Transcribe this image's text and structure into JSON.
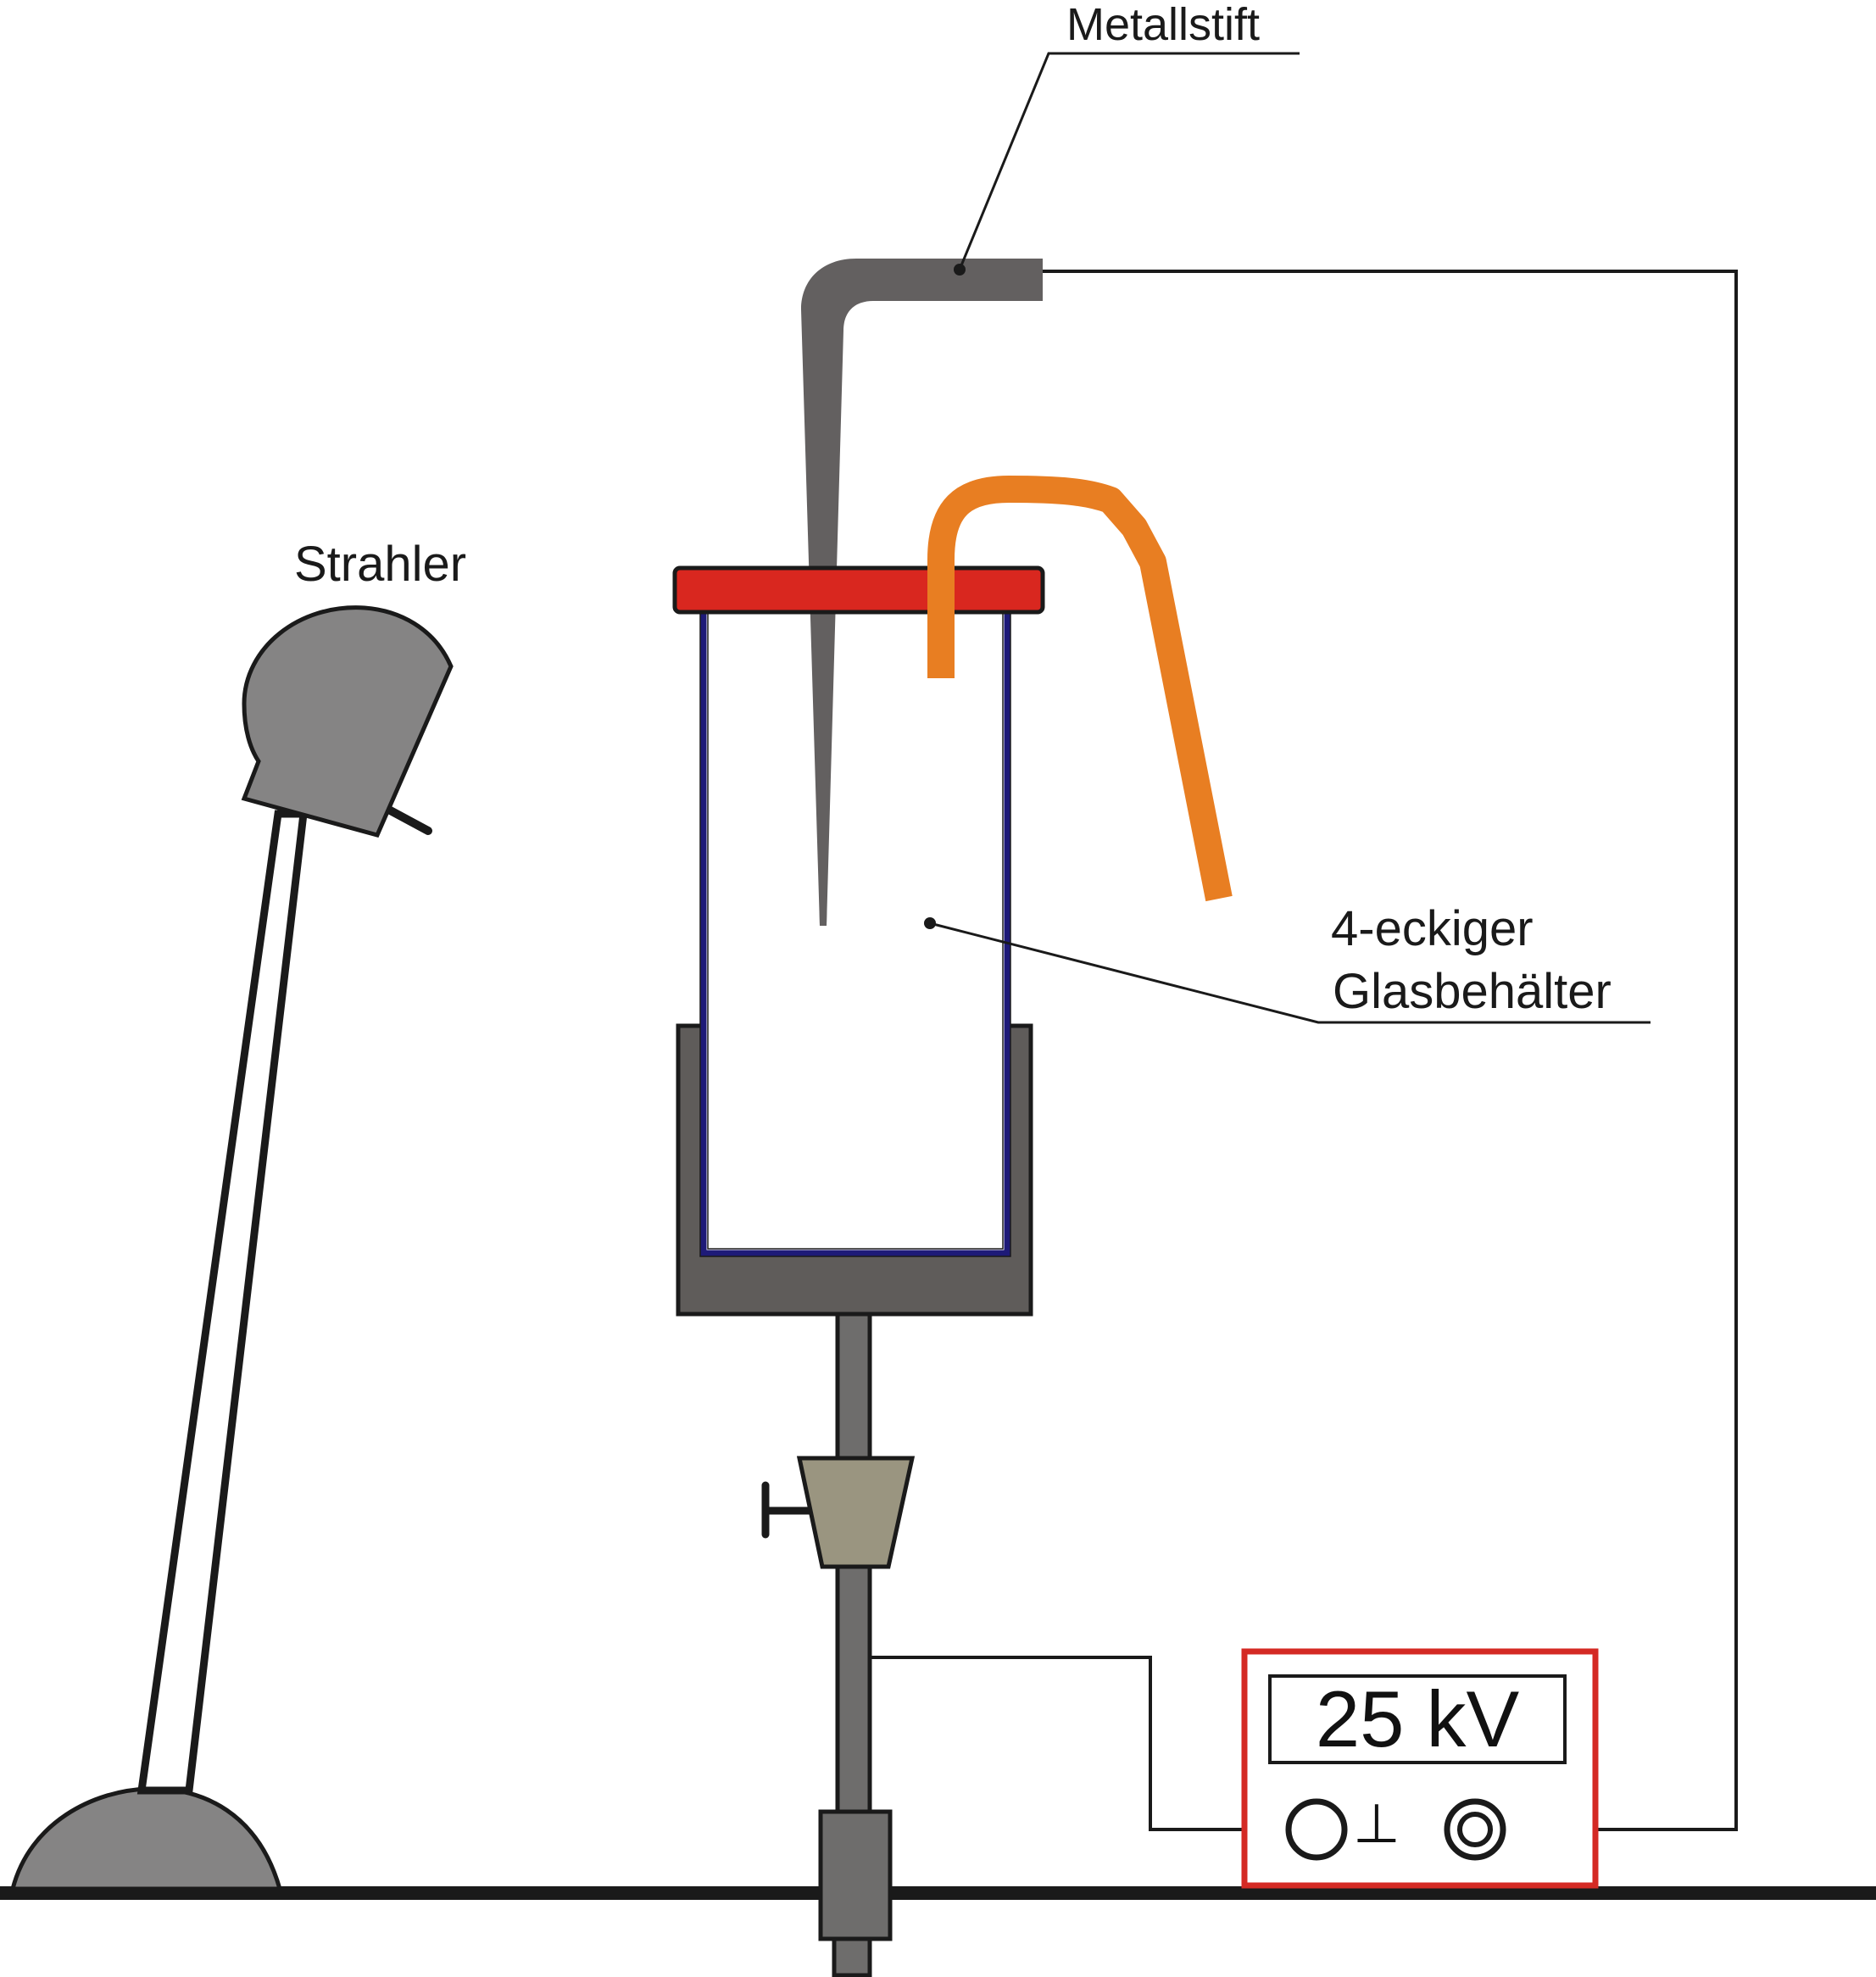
{
  "labels": {
    "metallstift": "Metallstift",
    "strahler": "Strahler",
    "glasbehaelter_line1": "4-eckiger",
    "glasbehaelter_line2": "Glasbehälter"
  },
  "power_supply": {
    "display": "25 kV",
    "ground_symbol": "⊥",
    "frame_color": "#d42a24"
  },
  "colors": {
    "lid": "#d9271f",
    "tube": "#e87e22",
    "glass_outline": "#1e1a78",
    "pin": "#636060",
    "lamp": "#858484",
    "stand": "#6e6d6c",
    "clamp": "#9a9580"
  },
  "icons": [
    "lamp-icon",
    "metal-pin-icon",
    "glass-container-icon",
    "tube-icon",
    "clamp-icon",
    "terminal-icon"
  ]
}
